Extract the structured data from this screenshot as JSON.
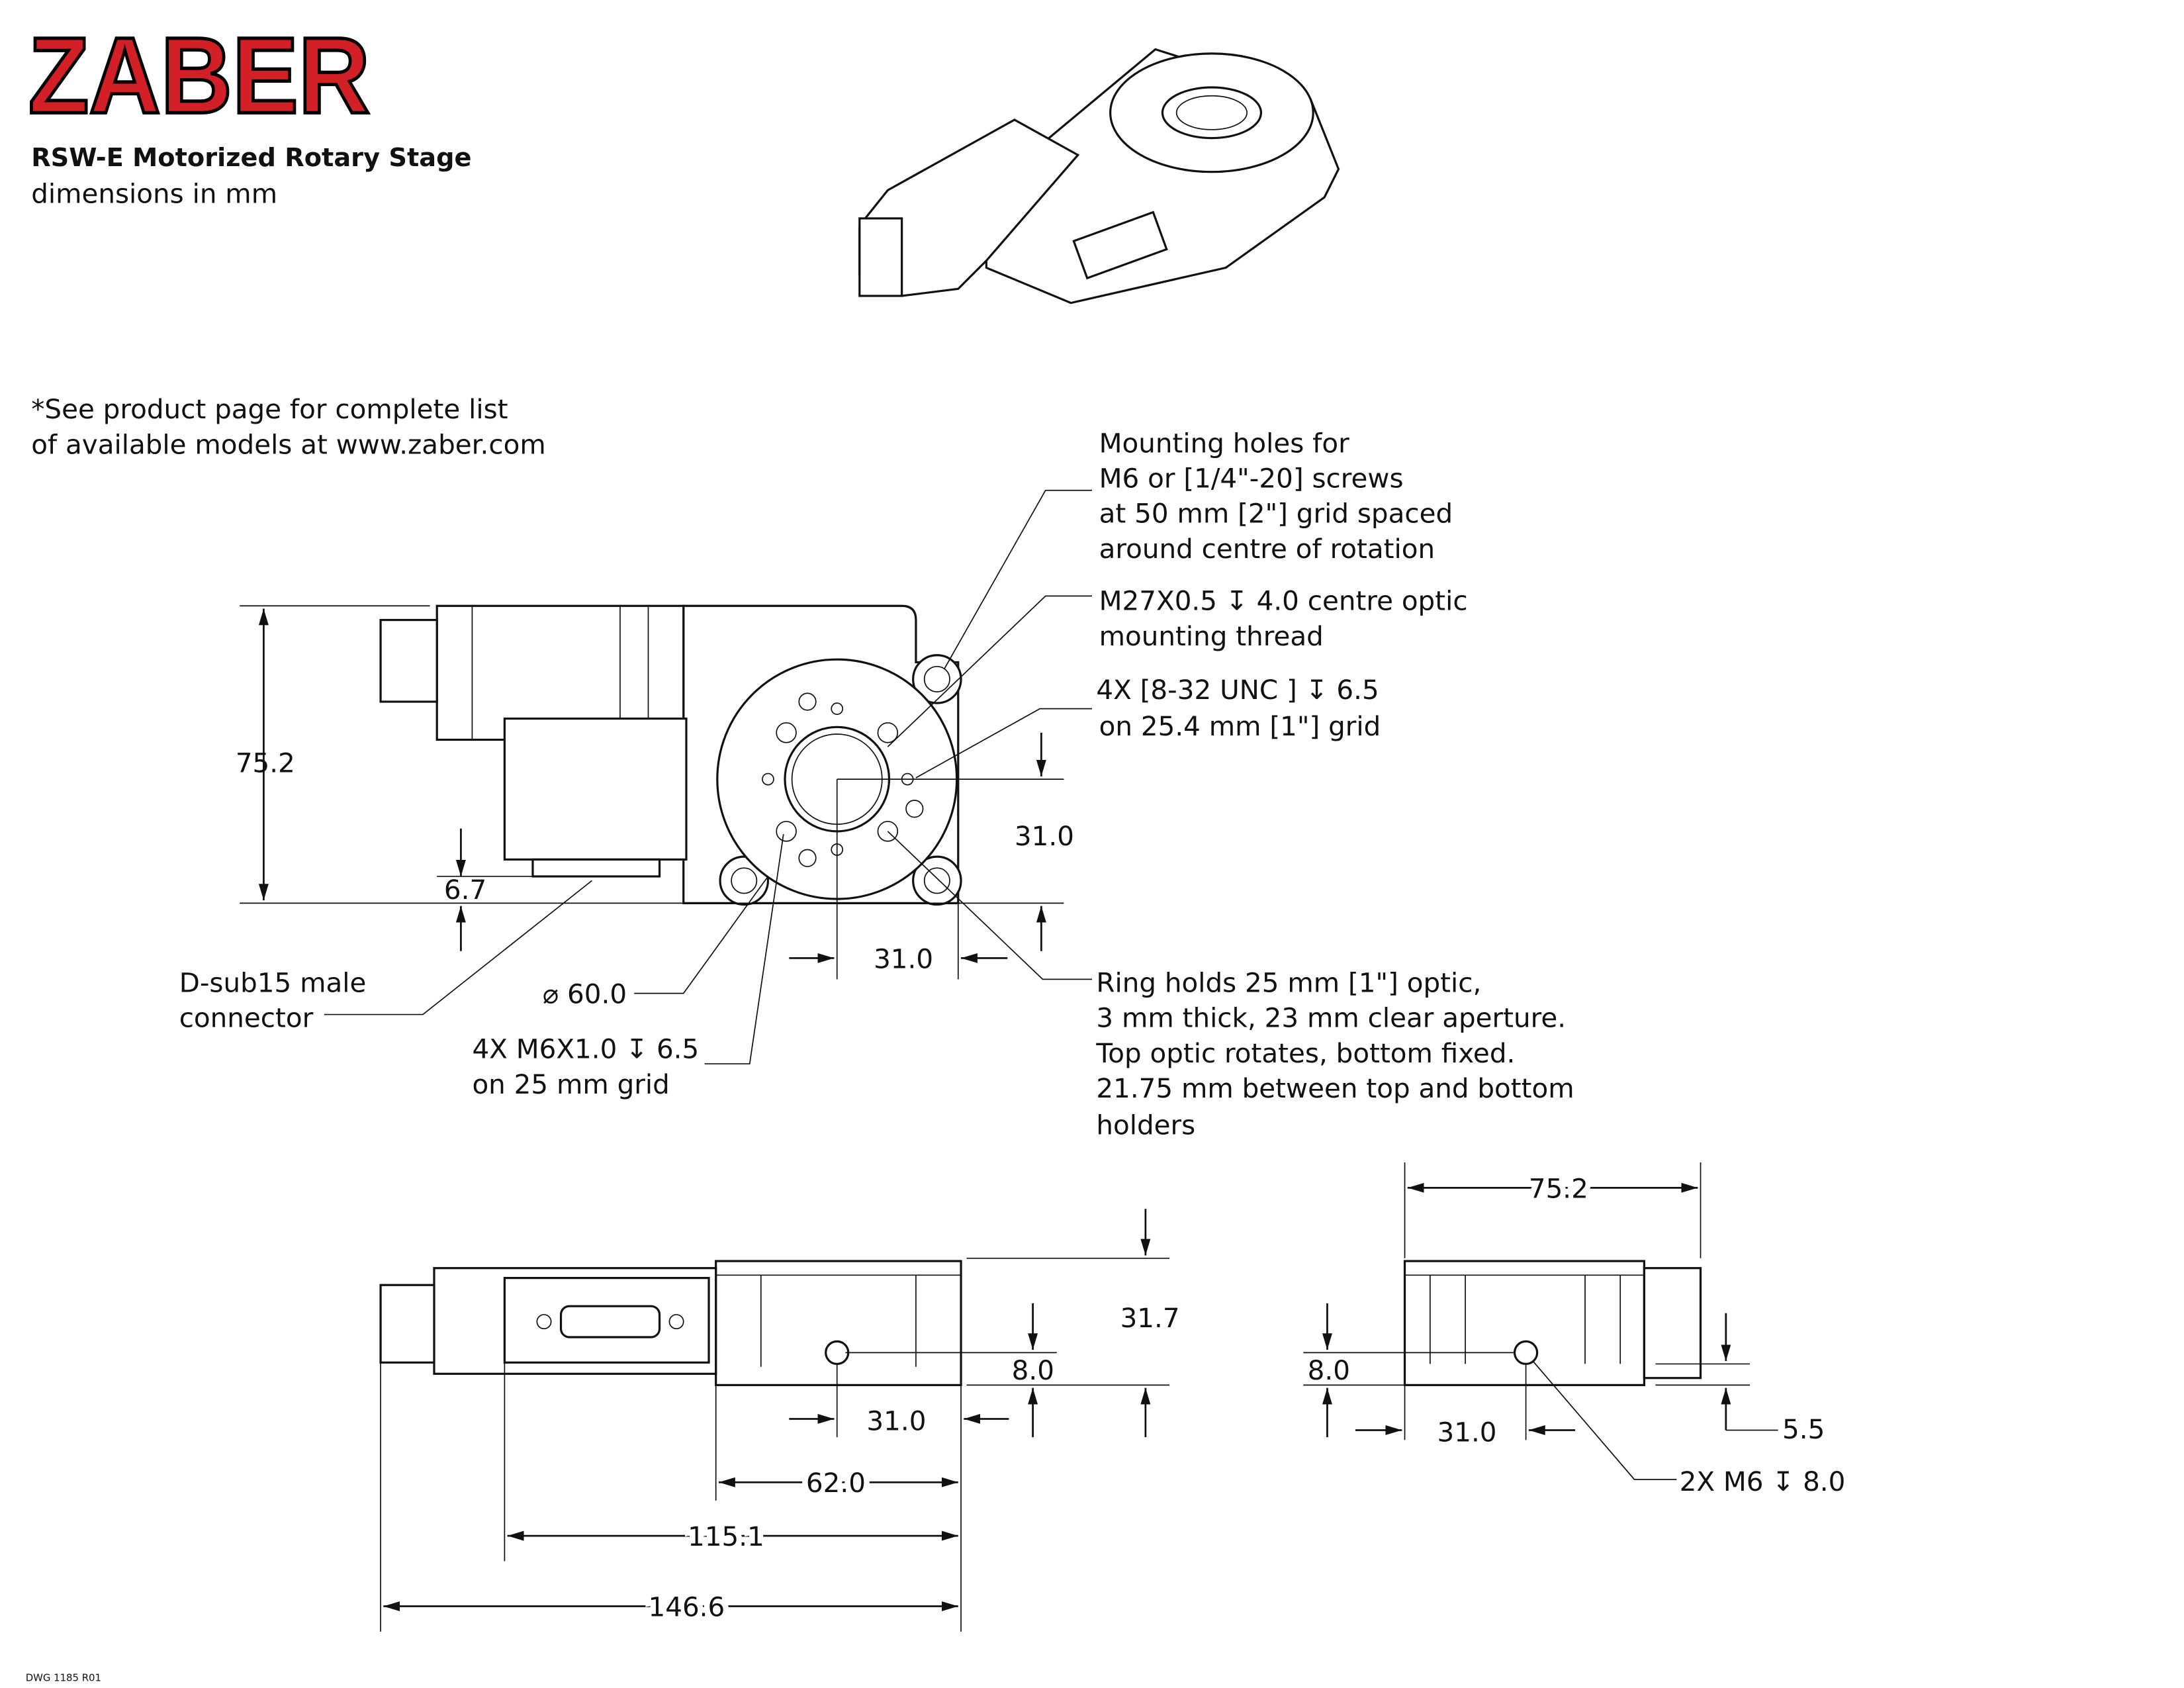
{
  "header": {
    "logo": "ZABER",
    "title": "RSW-E Motorized Rotary Stage",
    "subtitle": "dimensions in mm",
    "note_line1": "*See product page for complete list",
    "note_line2": "of available models at www.zaber.com"
  },
  "callouts": {
    "mounting_holes": [
      "Mounting holes for",
      "M6 or [1/4\"-20] screws",
      "at 50 mm [2\"] grid spaced",
      "around centre of rotation"
    ],
    "centre_thread": [
      "M27X0.5 ↧ 4.0 centre optic",
      "mounting thread"
    ],
    "unc_holes": [
      "4X [8-32 UNC ] ↧ 6.5",
      "on 25.4 mm [1\"] grid"
    ],
    "ring": [
      "Ring holds 25 mm [1\"] optic,",
      "3 mm thick, 23 mm clear aperture.",
      "Top optic rotates, bottom fixed.",
      "21.75 mm between top and bottom",
      "holders"
    ],
    "dsub": [
      "D-sub15 male",
      "connector"
    ],
    "diameter": "⌀ 60.0",
    "m6_holes": [
      "4X M6X1.0 ↧ 6.5",
      "on 25 mm grid"
    ],
    "side_holes": "2X M6 ↧ 8.0"
  },
  "dimensions": {
    "top_height": "75.2",
    "top_connector": "6.7",
    "top_offset_y": "31.0",
    "top_offset_x": "31.0",
    "side_height": "31.7",
    "side_hole_height": "8.0",
    "side_hole_x": "31.0",
    "side_62": "62.0",
    "side_115": "115.1",
    "side_146": "146.6",
    "front_width": "75.2",
    "front_hole_height": "8.0",
    "front_hole_x": "31.0",
    "front_5_5": "5.5"
  },
  "footer": {
    "drawing_number": "DWG 1185 R01"
  }
}
